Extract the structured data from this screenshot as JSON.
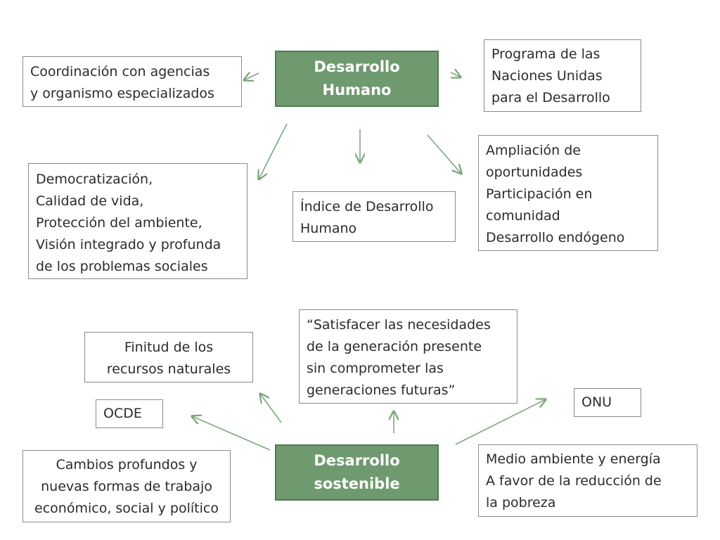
{
  "hubs": {
    "human": "Desarrollo\nHumano",
    "sustainable": "Desarrollo\nsostenible"
  },
  "human_nodes": {
    "coordination": "Coordinación con agencias\ny organismo especializados",
    "undp": "Programa de las\nNaciones Unidas\npara el Desarrollo",
    "democratization": "Democratización,\nCalidad de vida,\nProtección del ambiente,\nVisión integrado y profunda\nde los problemas sociales",
    "hdi": "Índice de Desarrollo\nHumano",
    "opportunities": "Ampliación de\noportunidades\nParticipación en\ncomunidad\nDesarrollo endógeno"
  },
  "sustainable_nodes": {
    "quote": "“Satisfacer las necesidades\nde la generación presente\nsin comprometer las\ngeneraciones futuras”",
    "finitude": "Finitud de los\nrecursos naturales",
    "oecd": "OCDE",
    "un": "ONU",
    "changes": "Cambios profundos y\nnuevas formas de trabajo\neconómico, social y político",
    "environment": "Medio ambiente y energía\nA favor de la reducción de\nla pobreza"
  },
  "colors": {
    "hub_fill": "#6f9a6f",
    "arrow": "#7ea67e",
    "box_border": "#8a8a8a"
  }
}
